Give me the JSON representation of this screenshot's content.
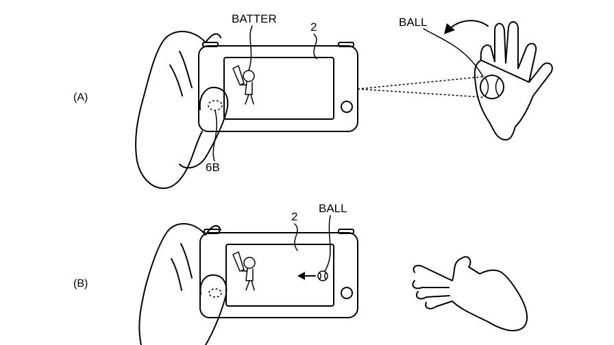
{
  "figure": {
    "panel_a": {
      "label": "(A)",
      "batter_label": "BATTER",
      "device_ref": "2",
      "button_ref": "6B",
      "ball_label": "BALL"
    },
    "panel_b": {
      "label": "(B)",
      "device_ref": "2",
      "ball_label": "BALL"
    }
  }
}
